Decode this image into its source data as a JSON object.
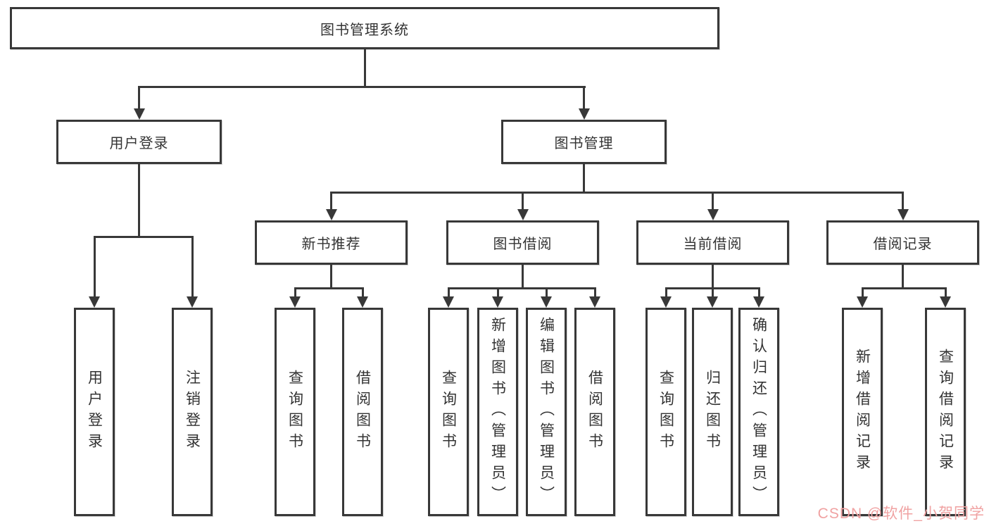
{
  "diagram": {
    "root": "图书管理系统",
    "level2": [
      "用户登录",
      "图书管理"
    ],
    "level3": [
      "新书推荐",
      "图书借阅",
      "当前借阅",
      "借阅记录"
    ],
    "leaves": {
      "user_login": [
        "用户登录",
        "注销登录"
      ],
      "new_books": [
        "查询图书",
        "借阅图书"
      ],
      "book_borrow": [
        "查询图书",
        "新增图书（管理员）",
        "编辑图书（管理员）",
        "借阅图书"
      ],
      "current_borrow": [
        "查询图书",
        "归还图书",
        "确认归还（管理员）"
      ],
      "borrow_records": [
        "新增借阅记录",
        "查询借阅记录"
      ]
    }
  },
  "watermark": "CSDN @软件_小贺同学",
  "colors": {
    "line": "#383838",
    "text": "#333333",
    "watermark": "#f0a2a2"
  }
}
